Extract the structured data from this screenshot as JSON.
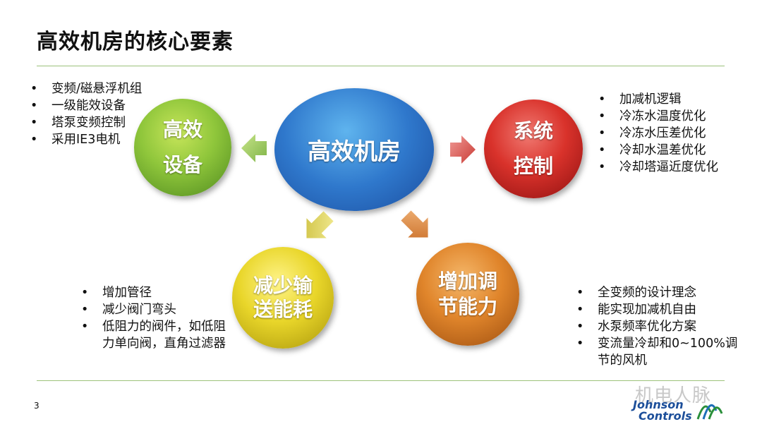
{
  "title": "高效机房的核心要素",
  "center": {
    "label": "高效机房"
  },
  "nodes": {
    "equipment": {
      "label": "高效\n设备"
    },
    "control": {
      "label": "系统\n控制"
    },
    "loss": {
      "label": "减少输\n送能耗"
    },
    "adjust": {
      "label": "增加调\n节能力"
    }
  },
  "bullets": {
    "equipment": [
      "变频/磁悬浮机组",
      "一级能效设备",
      "塔泵变频控制",
      "采用IE3电机"
    ],
    "control": [
      "加减机逻辑",
      "冷冻水温度优化",
      "冷冻水压差优化",
      "冷却水温差优化",
      "冷却塔逼近度优化"
    ],
    "loss": [
      "增加管径",
      "减少阀门弯头",
      "低阻力的阀件，如低阻力单向阀，直角过滤器"
    ],
    "adjust": [
      "全变频的设计理念",
      "能实现加减机自由",
      "水泵频率优化方案",
      "变流量冷却和0~100%调节的风机"
    ]
  },
  "footer": {
    "page_number": "3",
    "watermark": "机电人脉",
    "logo_line1": "Johnson",
    "logo_line2": "Controls"
  },
  "colors": {
    "equipment": "#8fc63b",
    "center": "#2f78cc",
    "control": "#d9322b",
    "loss": "#e9d62a",
    "adjust": "#e0852b",
    "rule": "#9cc27a"
  }
}
